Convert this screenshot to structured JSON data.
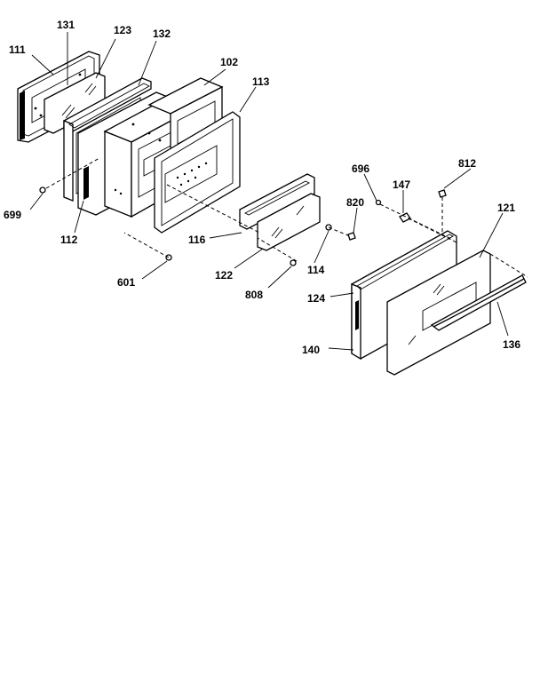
{
  "diagram": {
    "labels": {
      "l111": "111",
      "l131": "131",
      "l123": "123",
      "l132": "132",
      "l102": "102",
      "l113": "113",
      "l699": "699",
      "l112": "112",
      "l116": "116",
      "l601": "601",
      "l122": "122",
      "l114": "114",
      "l808": "808",
      "l696": "696",
      "l147": "147",
      "l812": "812",
      "l820": "820",
      "l121": "121",
      "l124": "124",
      "l140": "140",
      "l136": "136"
    }
  }
}
